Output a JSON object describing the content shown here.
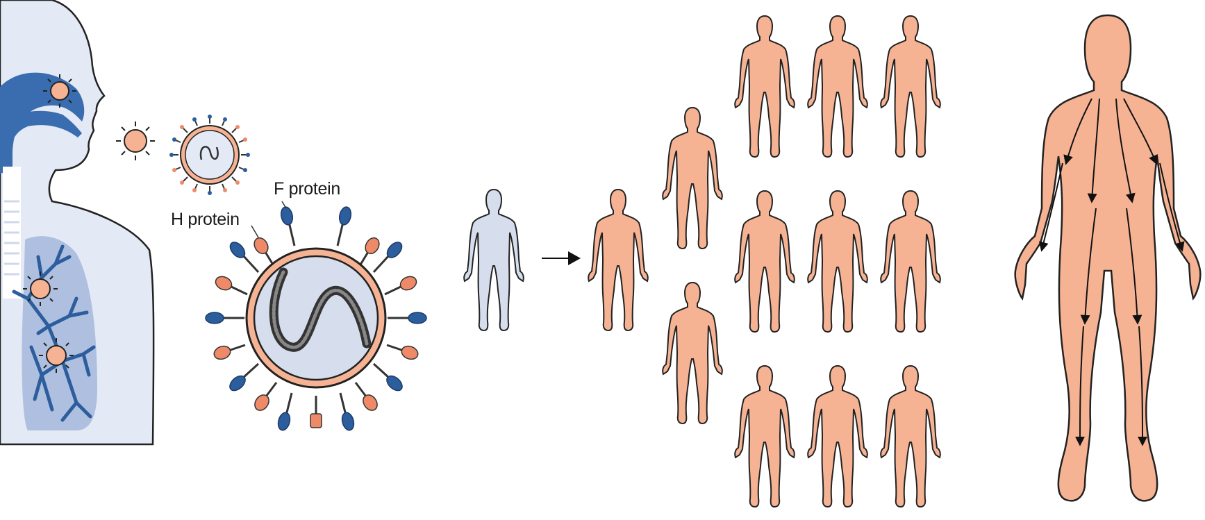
{
  "labels": {
    "f_protein": "F protein",
    "h_protein": "H protein"
  },
  "colors": {
    "body_fill": "#f6b394",
    "infected_fill": "#d6deee",
    "airway_blue": "#3a6db0",
    "lung_fill": "#aebfe0",
    "head_fill": "#e3e9f5",
    "h_protein": "#ef8a68",
    "f_protein": "#2c5d9c",
    "outline": "#1a1a1a"
  },
  "icons": [
    "respiratory-tract-figure",
    "virus-particle-icon",
    "measles-virion-diagram",
    "arrow-right-icon",
    "person-icon",
    "rash-spread-figure"
  ],
  "groups": [
    "index-case",
    "first-generation-case",
    "second-generation-cases",
    "third-generation-cases"
  ]
}
